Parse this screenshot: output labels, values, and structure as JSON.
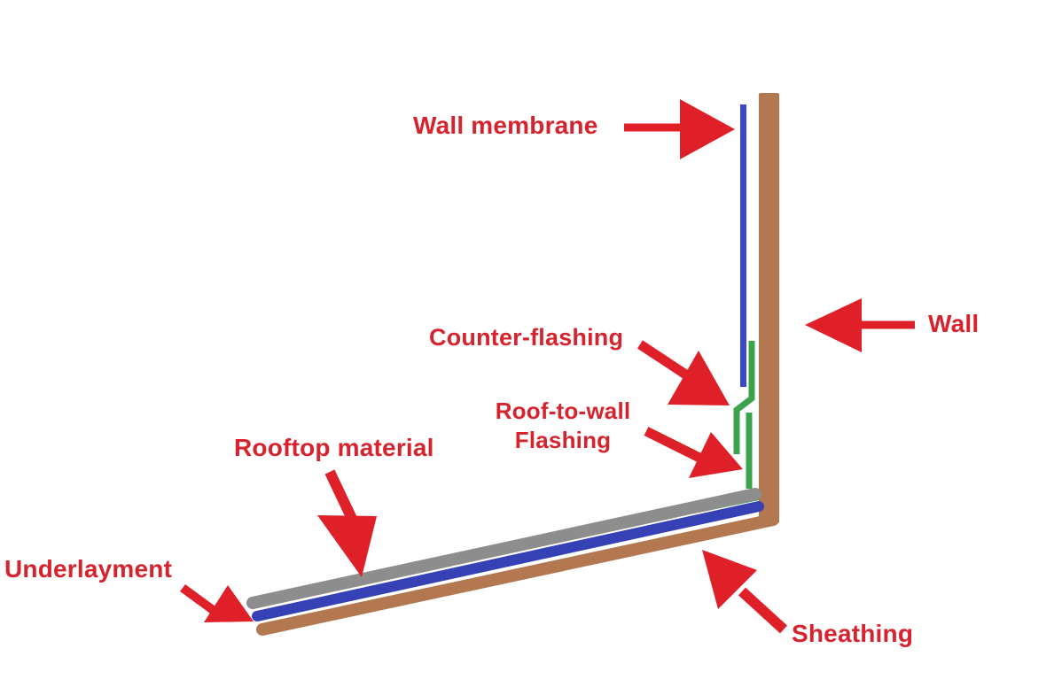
{
  "diagram": {
    "labels": {
      "wall_membrane": "Wall membrane",
      "wall": "Wall",
      "counter_flashing": "Counter-flashing",
      "roof_to_wall_line1": "Roof-to-wall",
      "roof_to_wall_line2": "Flashing",
      "rooftop_material": "Rooftop material",
      "underlayment": "Underlayment",
      "sheathing": "Sheathing"
    },
    "colors": {
      "page_bg": "#ffffff",
      "label_red": "#d7232e",
      "arrow_red": "#e02029",
      "wall_brown": "#b3784f",
      "sheathing_brown": "#b3784f",
      "membrane_blue": "#3c49c3",
      "underlayment_blue": "#3741b6",
      "flashing_green": "#3aa34c",
      "rooftop_gray": "#8d8d8d"
    }
  }
}
